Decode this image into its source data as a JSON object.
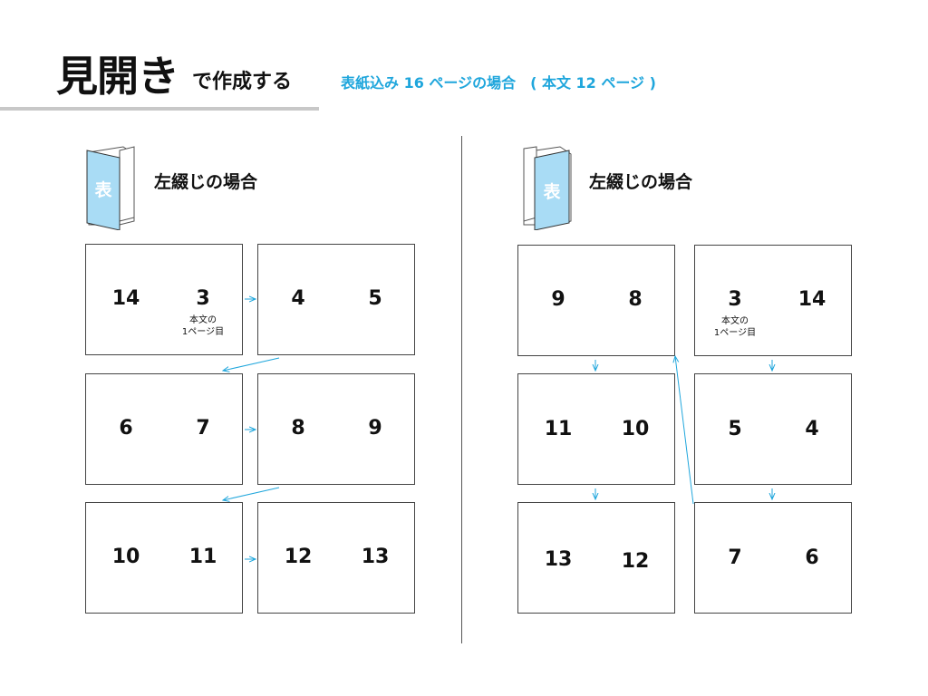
{
  "header": {
    "title_main": "見開き",
    "title_sub": "で作成する",
    "note": "表紙込み 16 ページの場合　( 本文 12 ページ )"
  },
  "left": {
    "label": "左綴じの場合",
    "cover_char": "表",
    "spreads": [
      {
        "pages": [
          "14",
          "3"
        ],
        "note": "本文の\n1ページ目"
      },
      {
        "pages": [
          "4",
          "5"
        ]
      },
      {
        "pages": [
          "6",
          "7"
        ]
      },
      {
        "pages": [
          "8",
          "9"
        ]
      },
      {
        "pages": [
          "10",
          "11"
        ]
      },
      {
        "pages": [
          "12",
          "13"
        ]
      }
    ]
  },
  "right": {
    "label": "左綴じの場合",
    "cover_char": "表",
    "spreads": [
      {
        "pages": [
          "9",
          "8"
        ]
      },
      {
        "pages": [
          "3",
          "14"
        ],
        "note": "本文の\n1ページ目"
      },
      {
        "pages": [
          "11",
          "10"
        ]
      },
      {
        "pages": [
          "5",
          "4"
        ]
      },
      {
        "pages": [
          "13",
          "12"
        ]
      },
      {
        "pages": [
          "7",
          "6"
        ]
      }
    ]
  },
  "colors": {
    "accent": "#1fa6dc",
    "cover_fill": "#a9dcf5",
    "border": "#444444",
    "underline": "#c8c8c8"
  }
}
